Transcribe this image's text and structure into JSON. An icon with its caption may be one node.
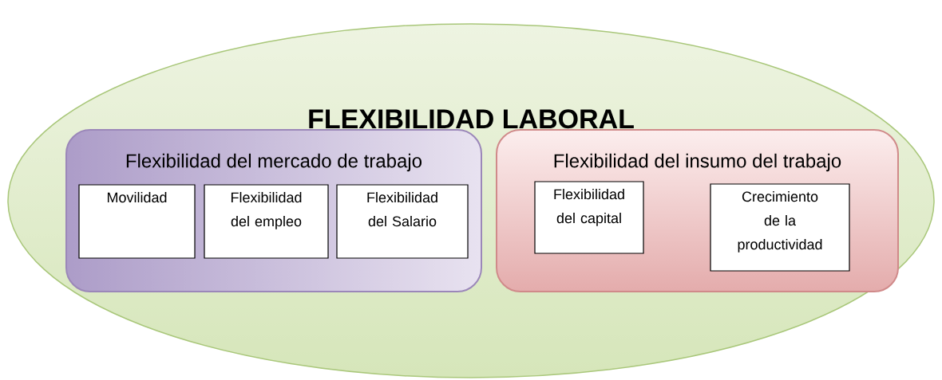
{
  "diagram": {
    "nodes": [
      {
        "text": [
          "FLEXIBILIDAD LABORAL"
        ]
      },
      {
        "text": [
          "Flexibilidad del mercado de trabajo"
        ],
        "in": 0
      },
      {
        "text": [
          "Movilidad"
        ],
        "in": 1
      },
      {
        "text": [
          "Flexibilidad del empleo"
        ],
        "in": 1
      },
      {
        "text": [
          "Flexibilidad del Salario"
        ],
        "in": 1
      },
      {
        "text": [
          "Flexibilidad del insumo del trabajo"
        ],
        "in": 0
      },
      {
        "text": [
          "Flexibilidad del capital"
        ],
        "in": 5
      },
      {
        "text": [
          "Crecimiento de la productividad"
        ],
        "in": 5
      }
    ]
  }
}
